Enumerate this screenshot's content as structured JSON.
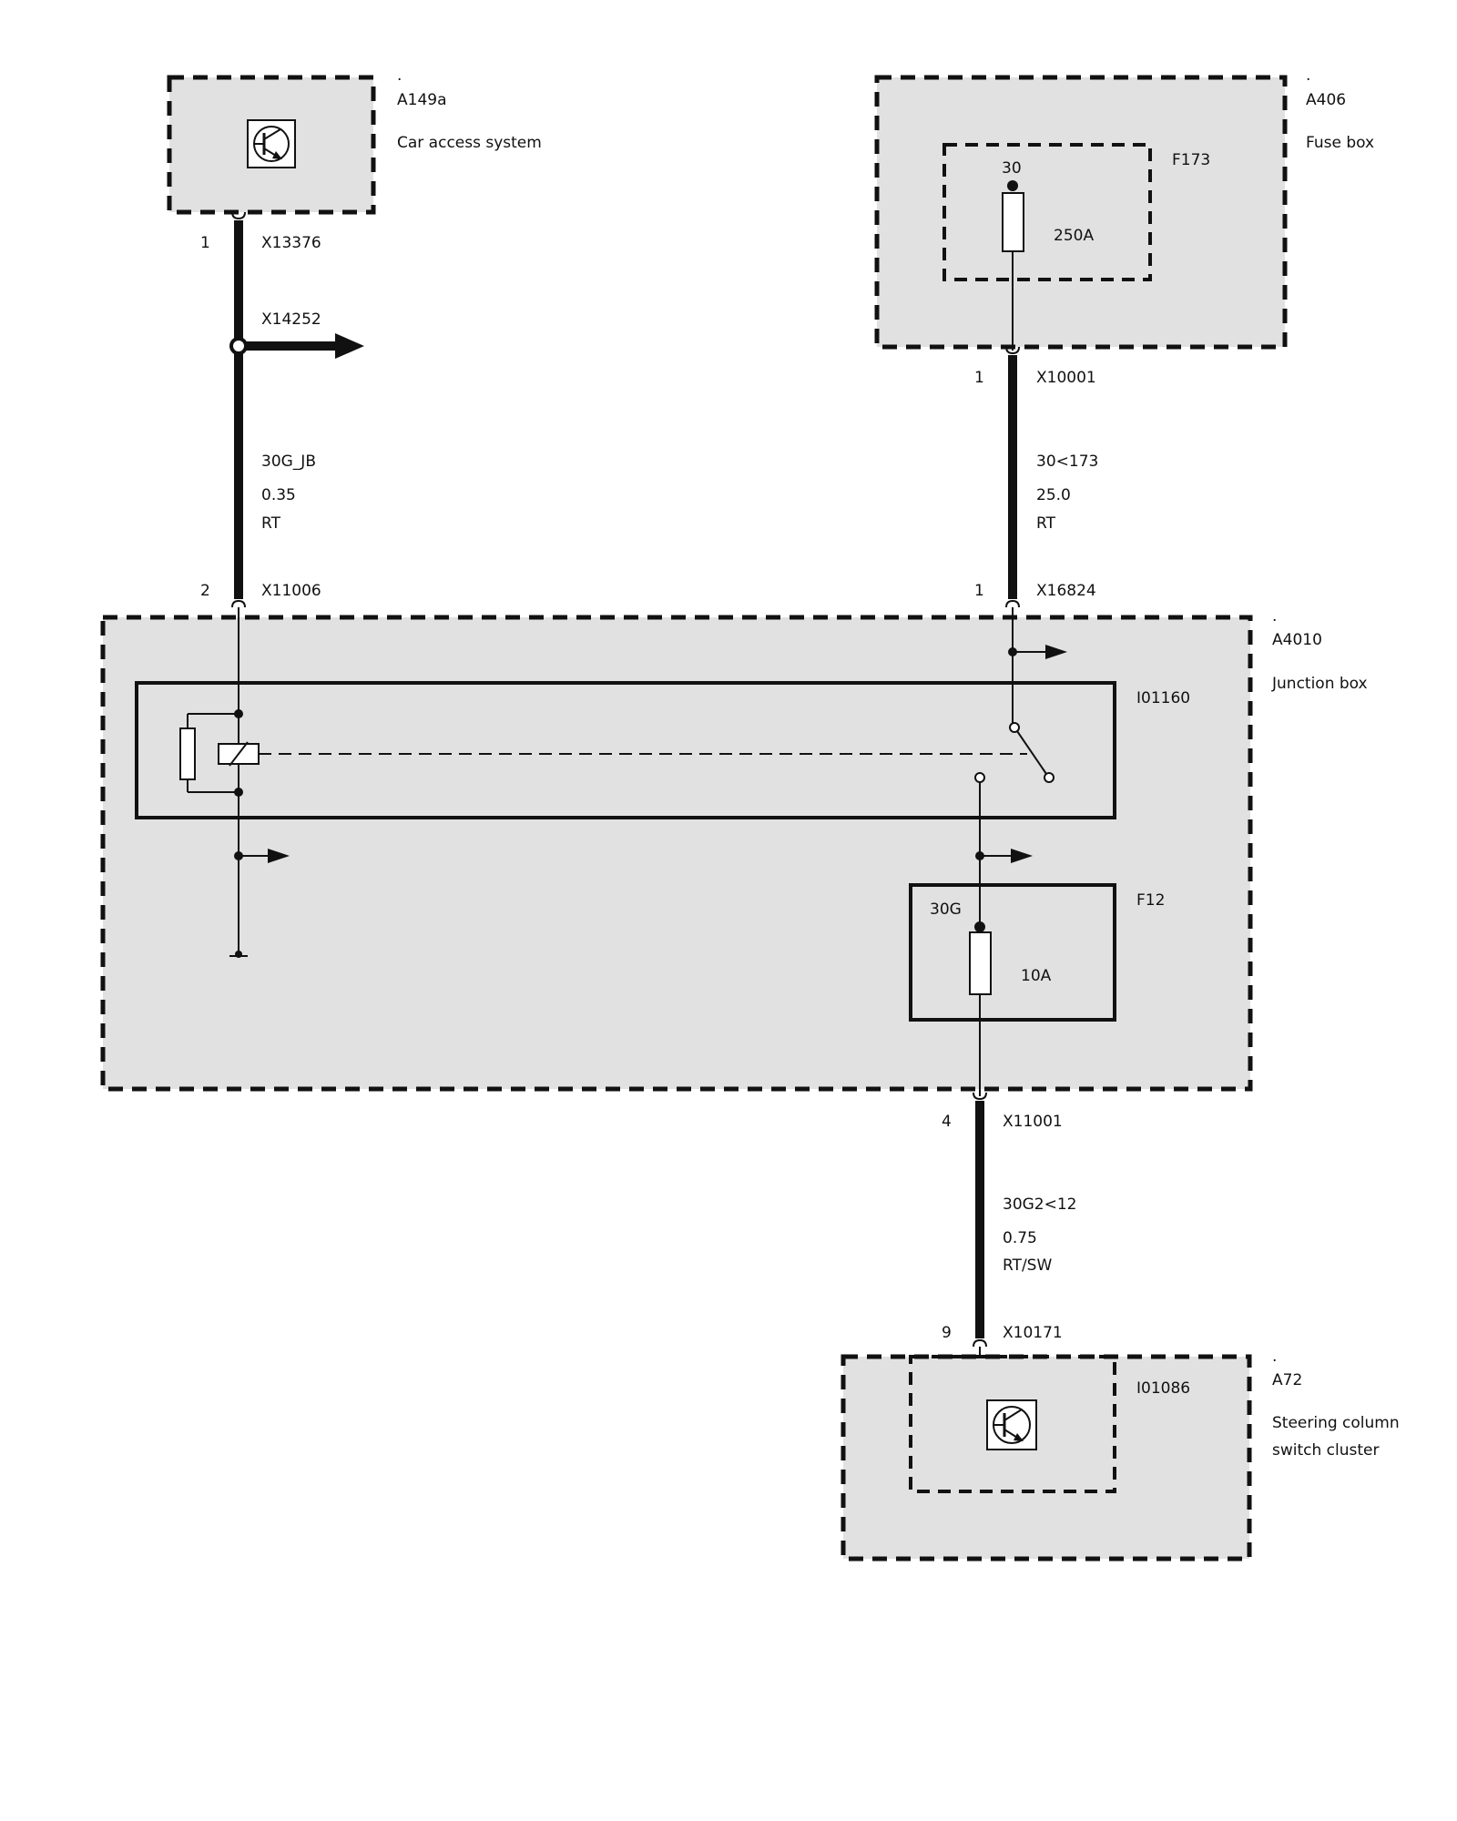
{
  "components": {
    "a149a": {
      "dot": ".",
      "id": "A149a",
      "name": "Car access system"
    },
    "a406": {
      "dot": ".",
      "id": "A406",
      "name": "Fuse box"
    },
    "f173": {
      "id": "F173",
      "terminal": "30",
      "rating": "250A"
    },
    "a4010": {
      "dot": ".",
      "id": "A4010",
      "name": "Junction box"
    },
    "i01160": {
      "id": "I01160"
    },
    "f12": {
      "id": "F12",
      "terminal": "30G",
      "rating": "10A"
    },
    "a72": {
      "dot": ".",
      "id": "A72",
      "name_line1": "Steering column",
      "name_line2": "switch cluster"
    },
    "i01086": {
      "id": "I01086"
    }
  },
  "connectors": {
    "x13376": {
      "pin": "1",
      "id": "X13376"
    },
    "x14252": {
      "id": "X14252"
    },
    "x11006": {
      "pin": "2",
      "id": "X11006"
    },
    "x10001": {
      "pin": "1",
      "id": "X10001"
    },
    "x16824": {
      "pin": "1",
      "id": "X16824"
    },
    "x11001": {
      "pin": "4",
      "id": "X11001"
    },
    "x10171": {
      "pin": "9",
      "id": "X10171"
    }
  },
  "wires": {
    "left": {
      "signal": "30G_JB",
      "gauge": "0.35",
      "color": "RT"
    },
    "right": {
      "signal": "30<173",
      "gauge": "25.0",
      "color": "RT"
    },
    "bottom": {
      "signal": "30G2<12",
      "gauge": "0.75",
      "color": "RT/SW"
    }
  }
}
